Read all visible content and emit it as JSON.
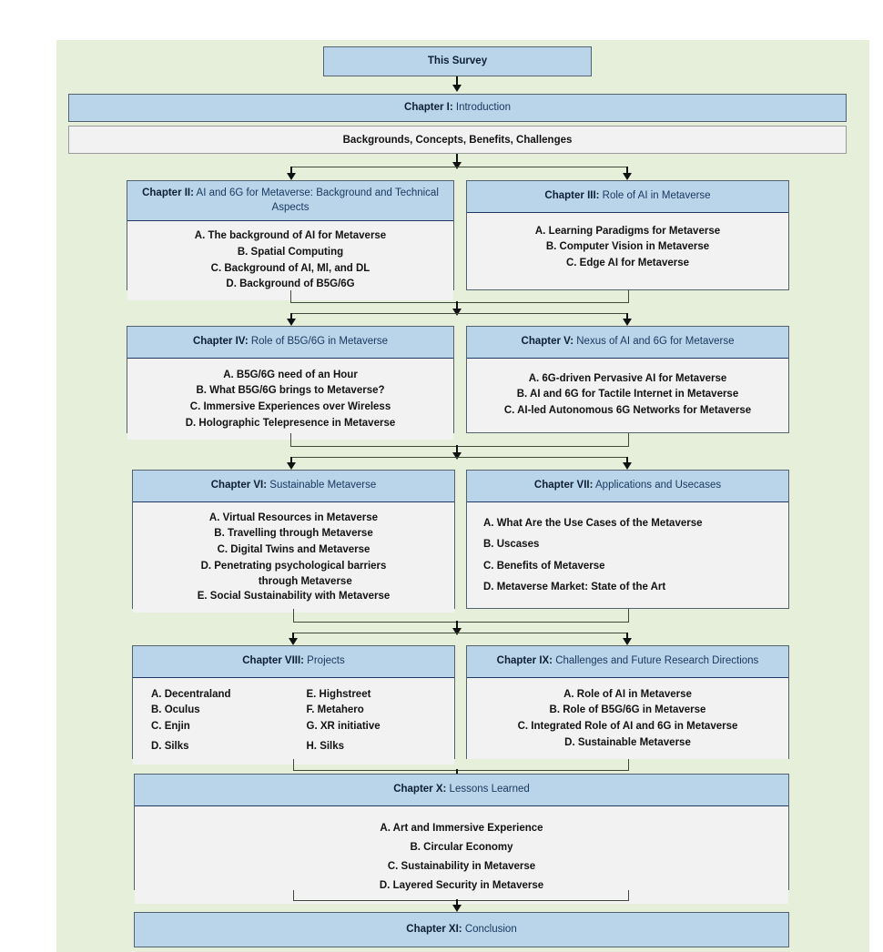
{
  "diagram": {
    "title": "This Survey",
    "root": {
      "label": "This Survey"
    },
    "chapter1": {
      "title_bold": "Chapter I:",
      "title_rest": " Introduction",
      "strip": "Backgrounds, Concepts, Benefits, Challenges"
    },
    "nodes": [
      {
        "id": "ch2",
        "title_bold": "Chapter II:",
        "title_rest": " AI and 6G for Metaverse: Background and Technical Aspects",
        "items": [
          "A. The background of AI for Metaverse",
          "B. Spatial Computing",
          "C. Background of AI, Ml, and DL",
          "D. Background of B5G/6G"
        ]
      },
      {
        "id": "ch3",
        "title_bold": "Chapter III:",
        "title_rest": " Role of AI in Metaverse",
        "items": [
          "A. Learning Paradigms for Metaverse",
          "B. Computer Vision in Metaverse",
          "C. Edge AI for Metaverse"
        ]
      },
      {
        "id": "ch4",
        "title_bold": "Chapter IV:",
        "title_rest": " Role of B5G/6G in Metaverse",
        "items": [
          "A. B5G/6G need of an Hour",
          "B. What B5G/6G brings to Metaverse?",
          "C. Immersive Experiences over Wireless",
          "D. Holographic Telepresence in Metaverse"
        ]
      },
      {
        "id": "ch5",
        "title_bold": "Chapter V:",
        "title_rest": " Nexus of AI and 6G for Metaverse",
        "items": [
          "A. 6G-driven Pervasive AI for Metaverse",
          "B. AI and 6G for Tactile Internet in Metaverse",
          "C. AI-led Autonomous 6G Networks for Metaverse"
        ]
      },
      {
        "id": "ch6",
        "title_bold": "Chapter VI:",
        "title_rest": " Sustainable Metaverse",
        "items": [
          "A. Virtual Resources in Metaverse",
          "B. Travelling through Metaverse",
          "C. Digital Twins and Metaverse",
          "D. Penetrating psychological barriers\n        through Metaverse",
          "E. Social Sustainability with Metaverse"
        ]
      },
      {
        "id": "ch7",
        "title_bold": "Chapter VII:",
        "title_rest": " Applications and Usecases",
        "items": [
          "A. What Are the Use Cases of the Metaverse",
          "B. Uscases",
          "C. Benefits of Metaverse",
          "D. Metaverse Market: State of the Art"
        ]
      },
      {
        "id": "ch8",
        "title_bold": "Chapter VIII:",
        "title_rest": " Projects",
        "items_left": [
          "A. Decentraland",
          "B. Oculus",
          "C. Enjin",
          "D. Silks"
        ],
        "items_right": [
          "E. Highstreet",
          "F. Metahero",
          "G. XR initiative",
          "H. Silks"
        ]
      },
      {
        "id": "ch9",
        "title_bold": "Chapter IX:",
        "title_rest": " Challenges and Future Research Directions",
        "items": [
          "A. Role of AI in Metaverse",
          "B. Role of B5G/6G in Metaverse",
          "C. Integrated Role of AI and 6G in Metaverse",
          "D. Sustainable Metaverse"
        ]
      },
      {
        "id": "ch10",
        "title_bold": "Chapter X:",
        "title_rest": " Lessons Learned",
        "items": [
          "A. Art and Immersive Experience",
          "B. Circular Economy",
          "C. Sustainability in Metaverse",
          "D. Layered Security in Metaverse"
        ]
      },
      {
        "id": "ch11",
        "title_bold": "Chapter XI:",
        "title_rest": " Conclusion",
        "items": []
      }
    ],
    "colors": {
      "panel_green": "#e5efd9",
      "header_blue": "#bad4ea",
      "body_grey": "#f2f2f2",
      "border": "#54626f",
      "title_text": "#17375e",
      "connector": "#111111"
    }
  }
}
